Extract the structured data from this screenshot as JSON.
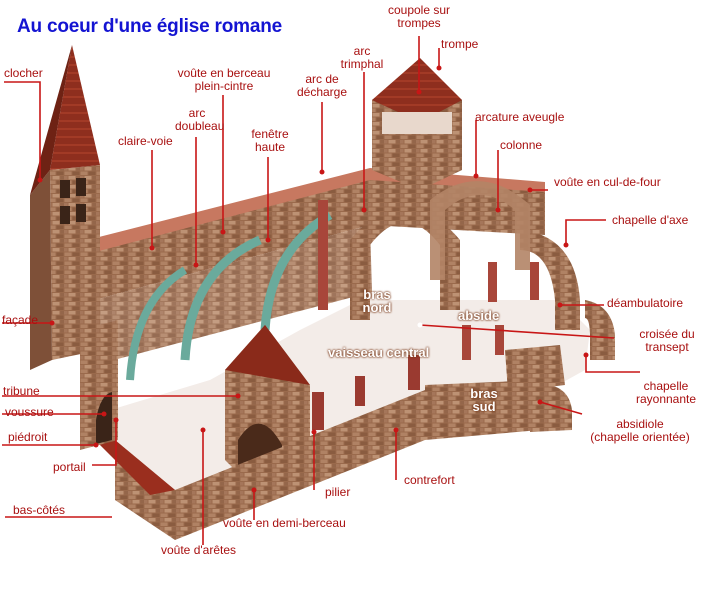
{
  "title": "Au coeur d'une église romane",
  "labels": {
    "clocher": "clocher",
    "claire_voie": "claire-voie",
    "arc_doubleau": "arc\ndoubleau",
    "voute_berceau": "voûte en berceau\nplein-cintre",
    "fenetre_haute": "fenêtre\nhaute",
    "arc_decharge": "arc de\ndécharge",
    "arc_triomphal": "arc\ntrimphal",
    "coupole": "coupole sur\ntrompes",
    "trompe": "trompe",
    "arcature": "arcature aveugle",
    "colonne": "colonne",
    "cul_de_four": "voûte en cul-de-four",
    "chapelle_axe": "chapelle d'axe",
    "deambulatoire": "déambulatoire",
    "croisee": "croisée du\ntransept",
    "chapelle_rayonnante": "chapelle\nrayonnante",
    "absidiole": "absidiole\n(chapelle orientée)",
    "contrefort": "contrefort",
    "pilier": "pilier",
    "demi_berceau": "voûte en demi-berceau",
    "voute_aretes": "voûte d'arêtes",
    "bas_cotes": "bas-côtés",
    "portail": "portail",
    "piedroit": "piédroit",
    "voussure": "voussure",
    "tribune": "tribune",
    "facade": "façade",
    "bras_nord": "bras\nnord",
    "abside": "abside",
    "vaisseau_central": "vaisseau central",
    "bras_sud": "bras\nsud"
  }
}
